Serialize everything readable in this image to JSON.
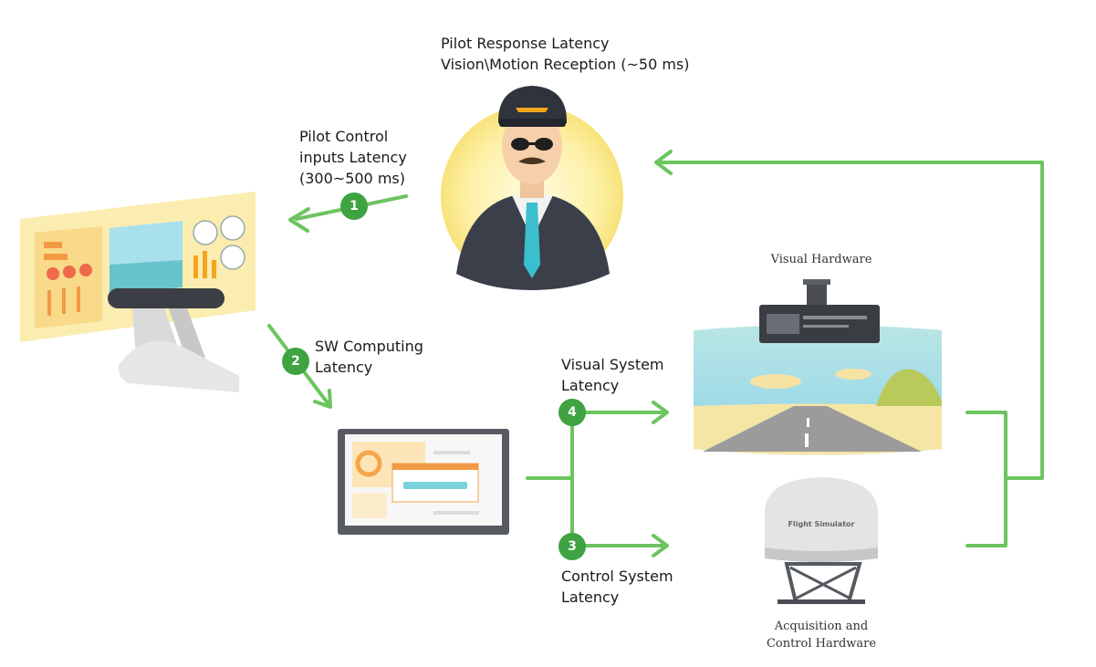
{
  "labels": {
    "pilot_response": "Pilot Response Latency\nVision\\Motion Reception (~50 ms)",
    "pilot_control": "Pilot Control\ninputs Latency\n(300~500 ms)",
    "sw_computing": "SW Computing\nLatency",
    "visual_system": "Visual System\nLatency",
    "control_system": "Control System\nLatency",
    "visual_hardware": "Visual Hardware",
    "acquisition": "Acquisition and\nControl Hardware",
    "simulator_label": "Flight Simulator"
  },
  "steps": {
    "one": "1",
    "two": "2",
    "three": "3",
    "four": "4"
  },
  "colors": {
    "arrow": "#6cc45f",
    "badge": "#3ea340",
    "panel": "#fbecb0"
  }
}
